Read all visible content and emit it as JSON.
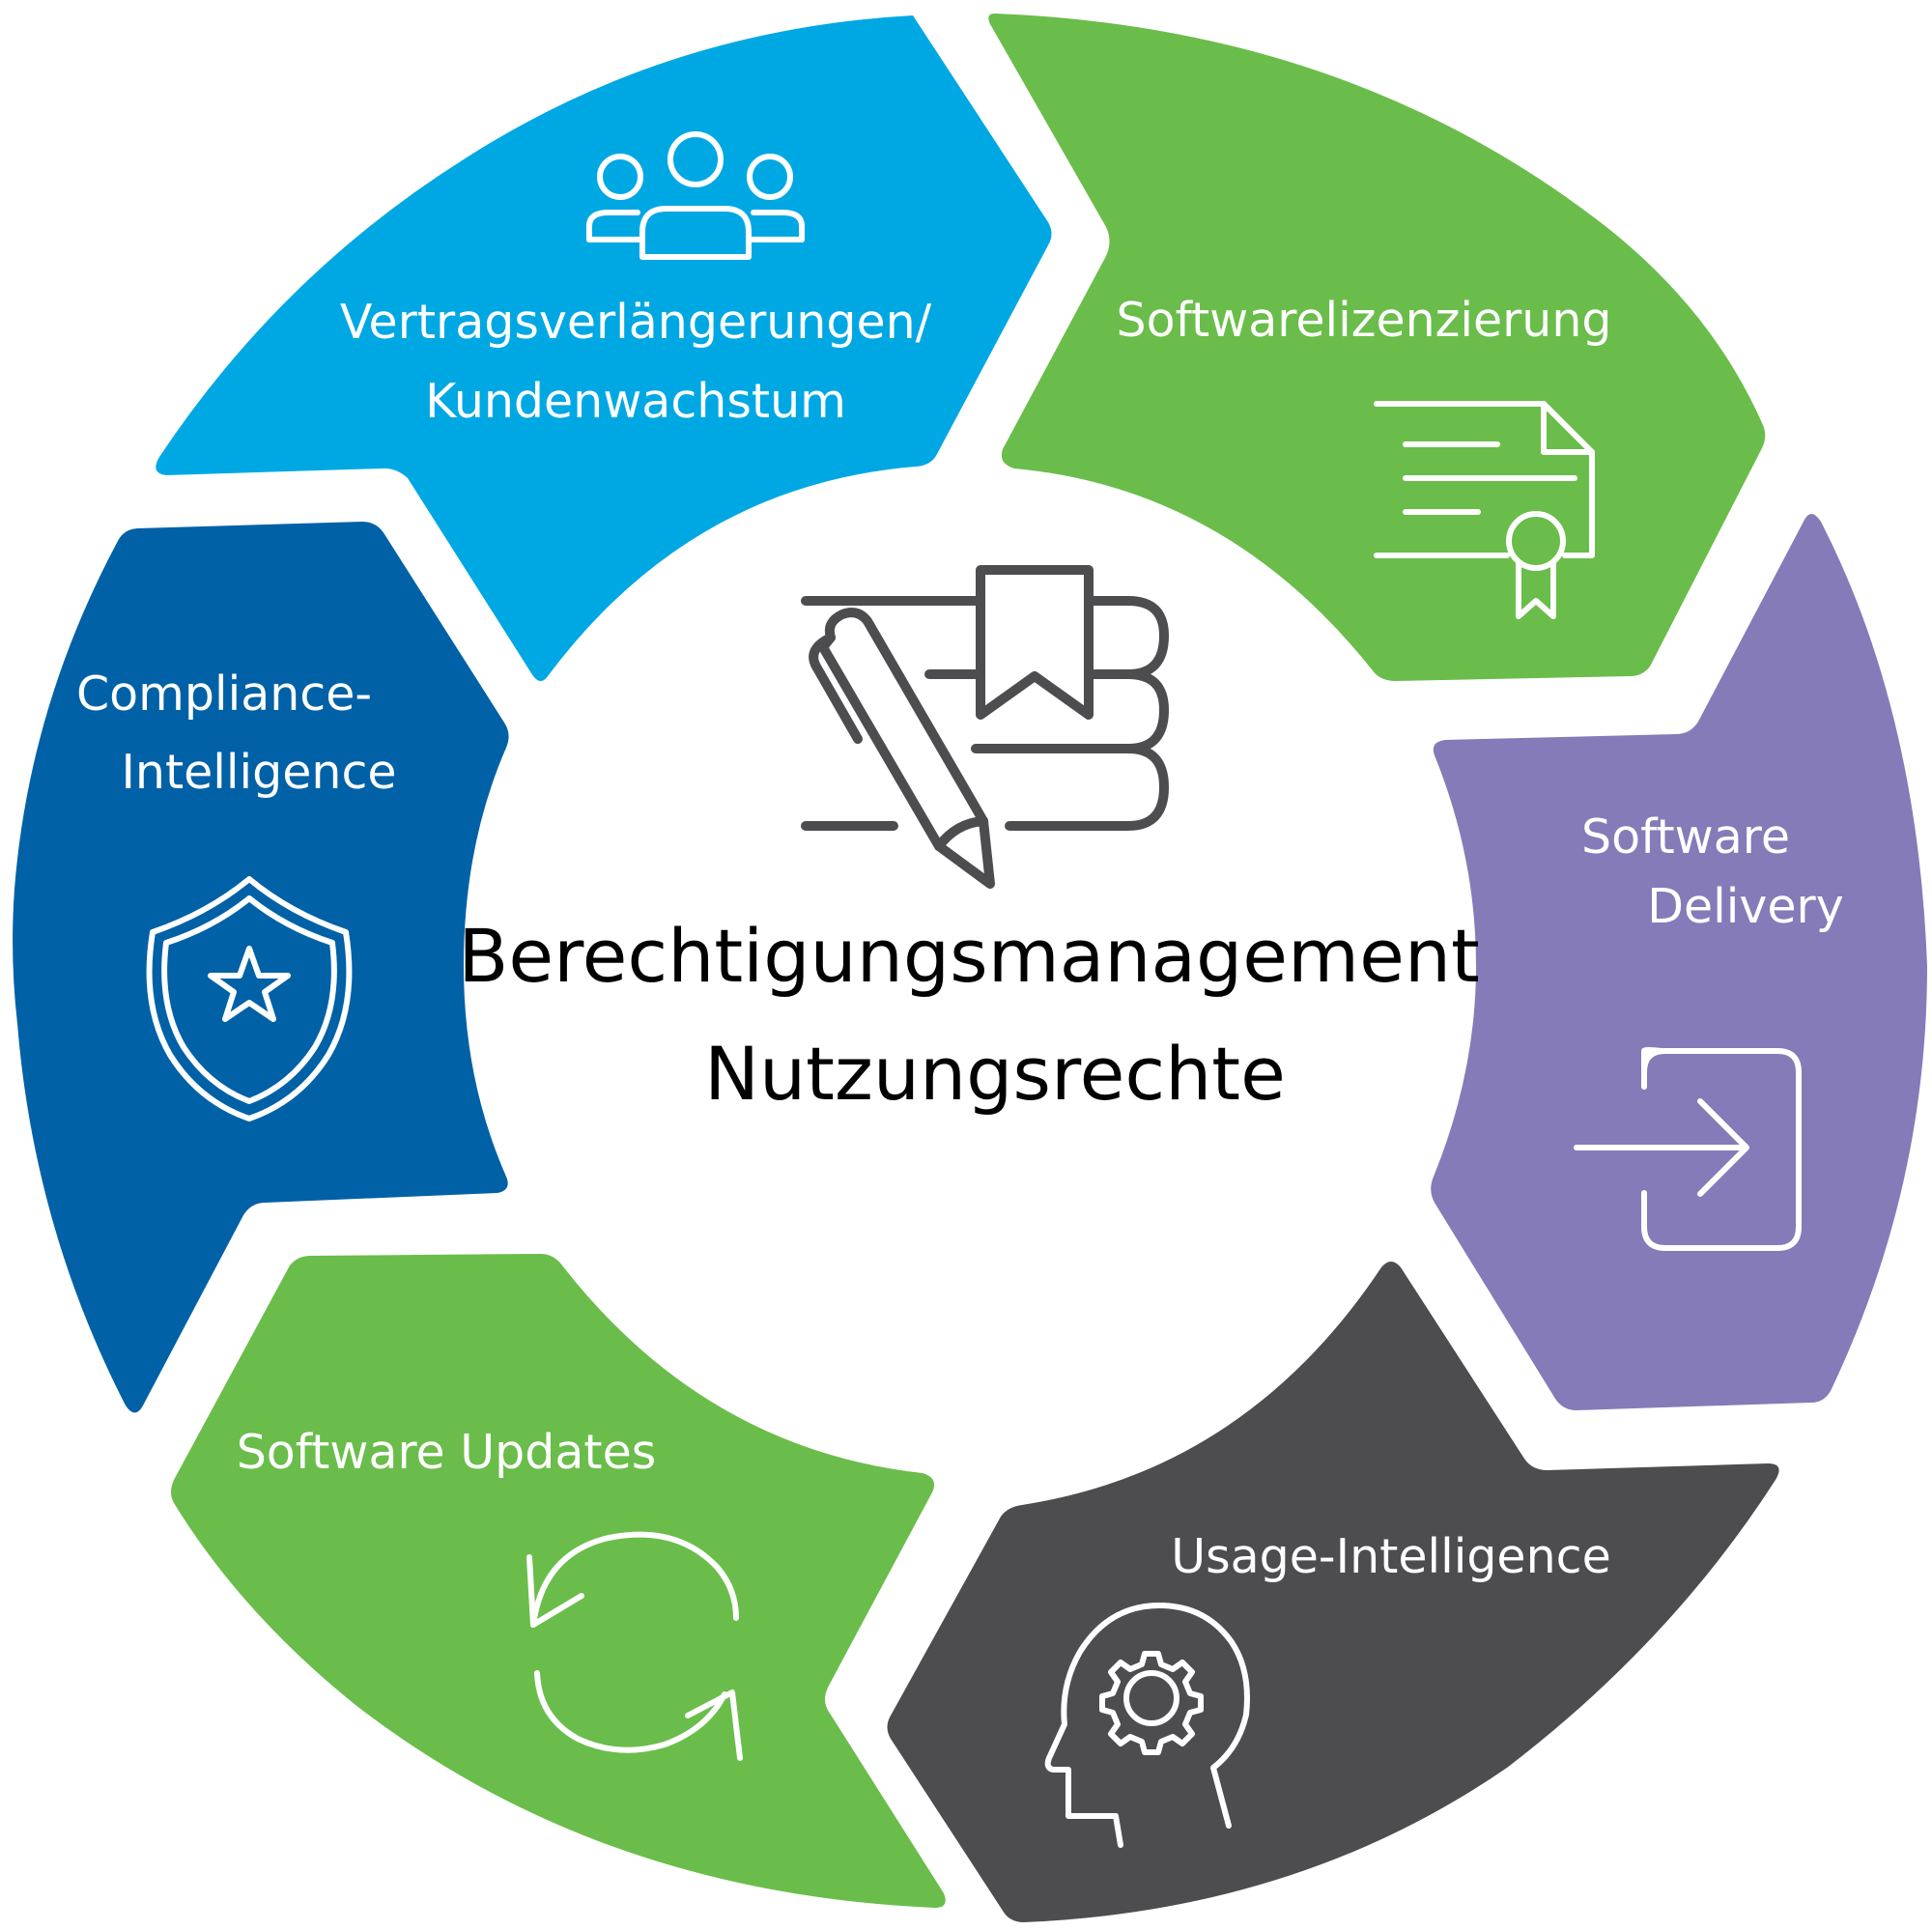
{
  "center": {
    "line1": "Berechtigungsmanagement",
    "line2": "Nutzungsrechte",
    "icon": "book-pen-icon",
    "icon_color": "#4d4d4f"
  },
  "segments": [
    {
      "id": "vertrag",
      "lines": [
        "Vertragsverlängerungen/",
        "Kundenwachstum"
      ],
      "icon": "users-group-icon",
      "color": "#00a8e3"
    },
    {
      "id": "lizenz",
      "lines": [
        "Softwarelizenzierung"
      ],
      "icon": "certificate-icon",
      "color": "#6abd4a"
    },
    {
      "id": "delivery",
      "lines": [
        "Software",
        "Delivery"
      ],
      "icon": "sign-in-icon",
      "color": "#857bb8"
    },
    {
      "id": "usage",
      "lines": [
        "Usage-Intelligence"
      ],
      "icon": "head-gear-icon",
      "color": "#4d4d4f"
    },
    {
      "id": "updates",
      "lines": [
        "Software Updates"
      ],
      "icon": "refresh-icon",
      "color": "#6abd4a"
    },
    {
      "id": "compliance",
      "lines": [
        "Compliance-",
        "Intelligence"
      ],
      "icon": "shield-star-icon",
      "color": "#0061a6"
    }
  ]
}
